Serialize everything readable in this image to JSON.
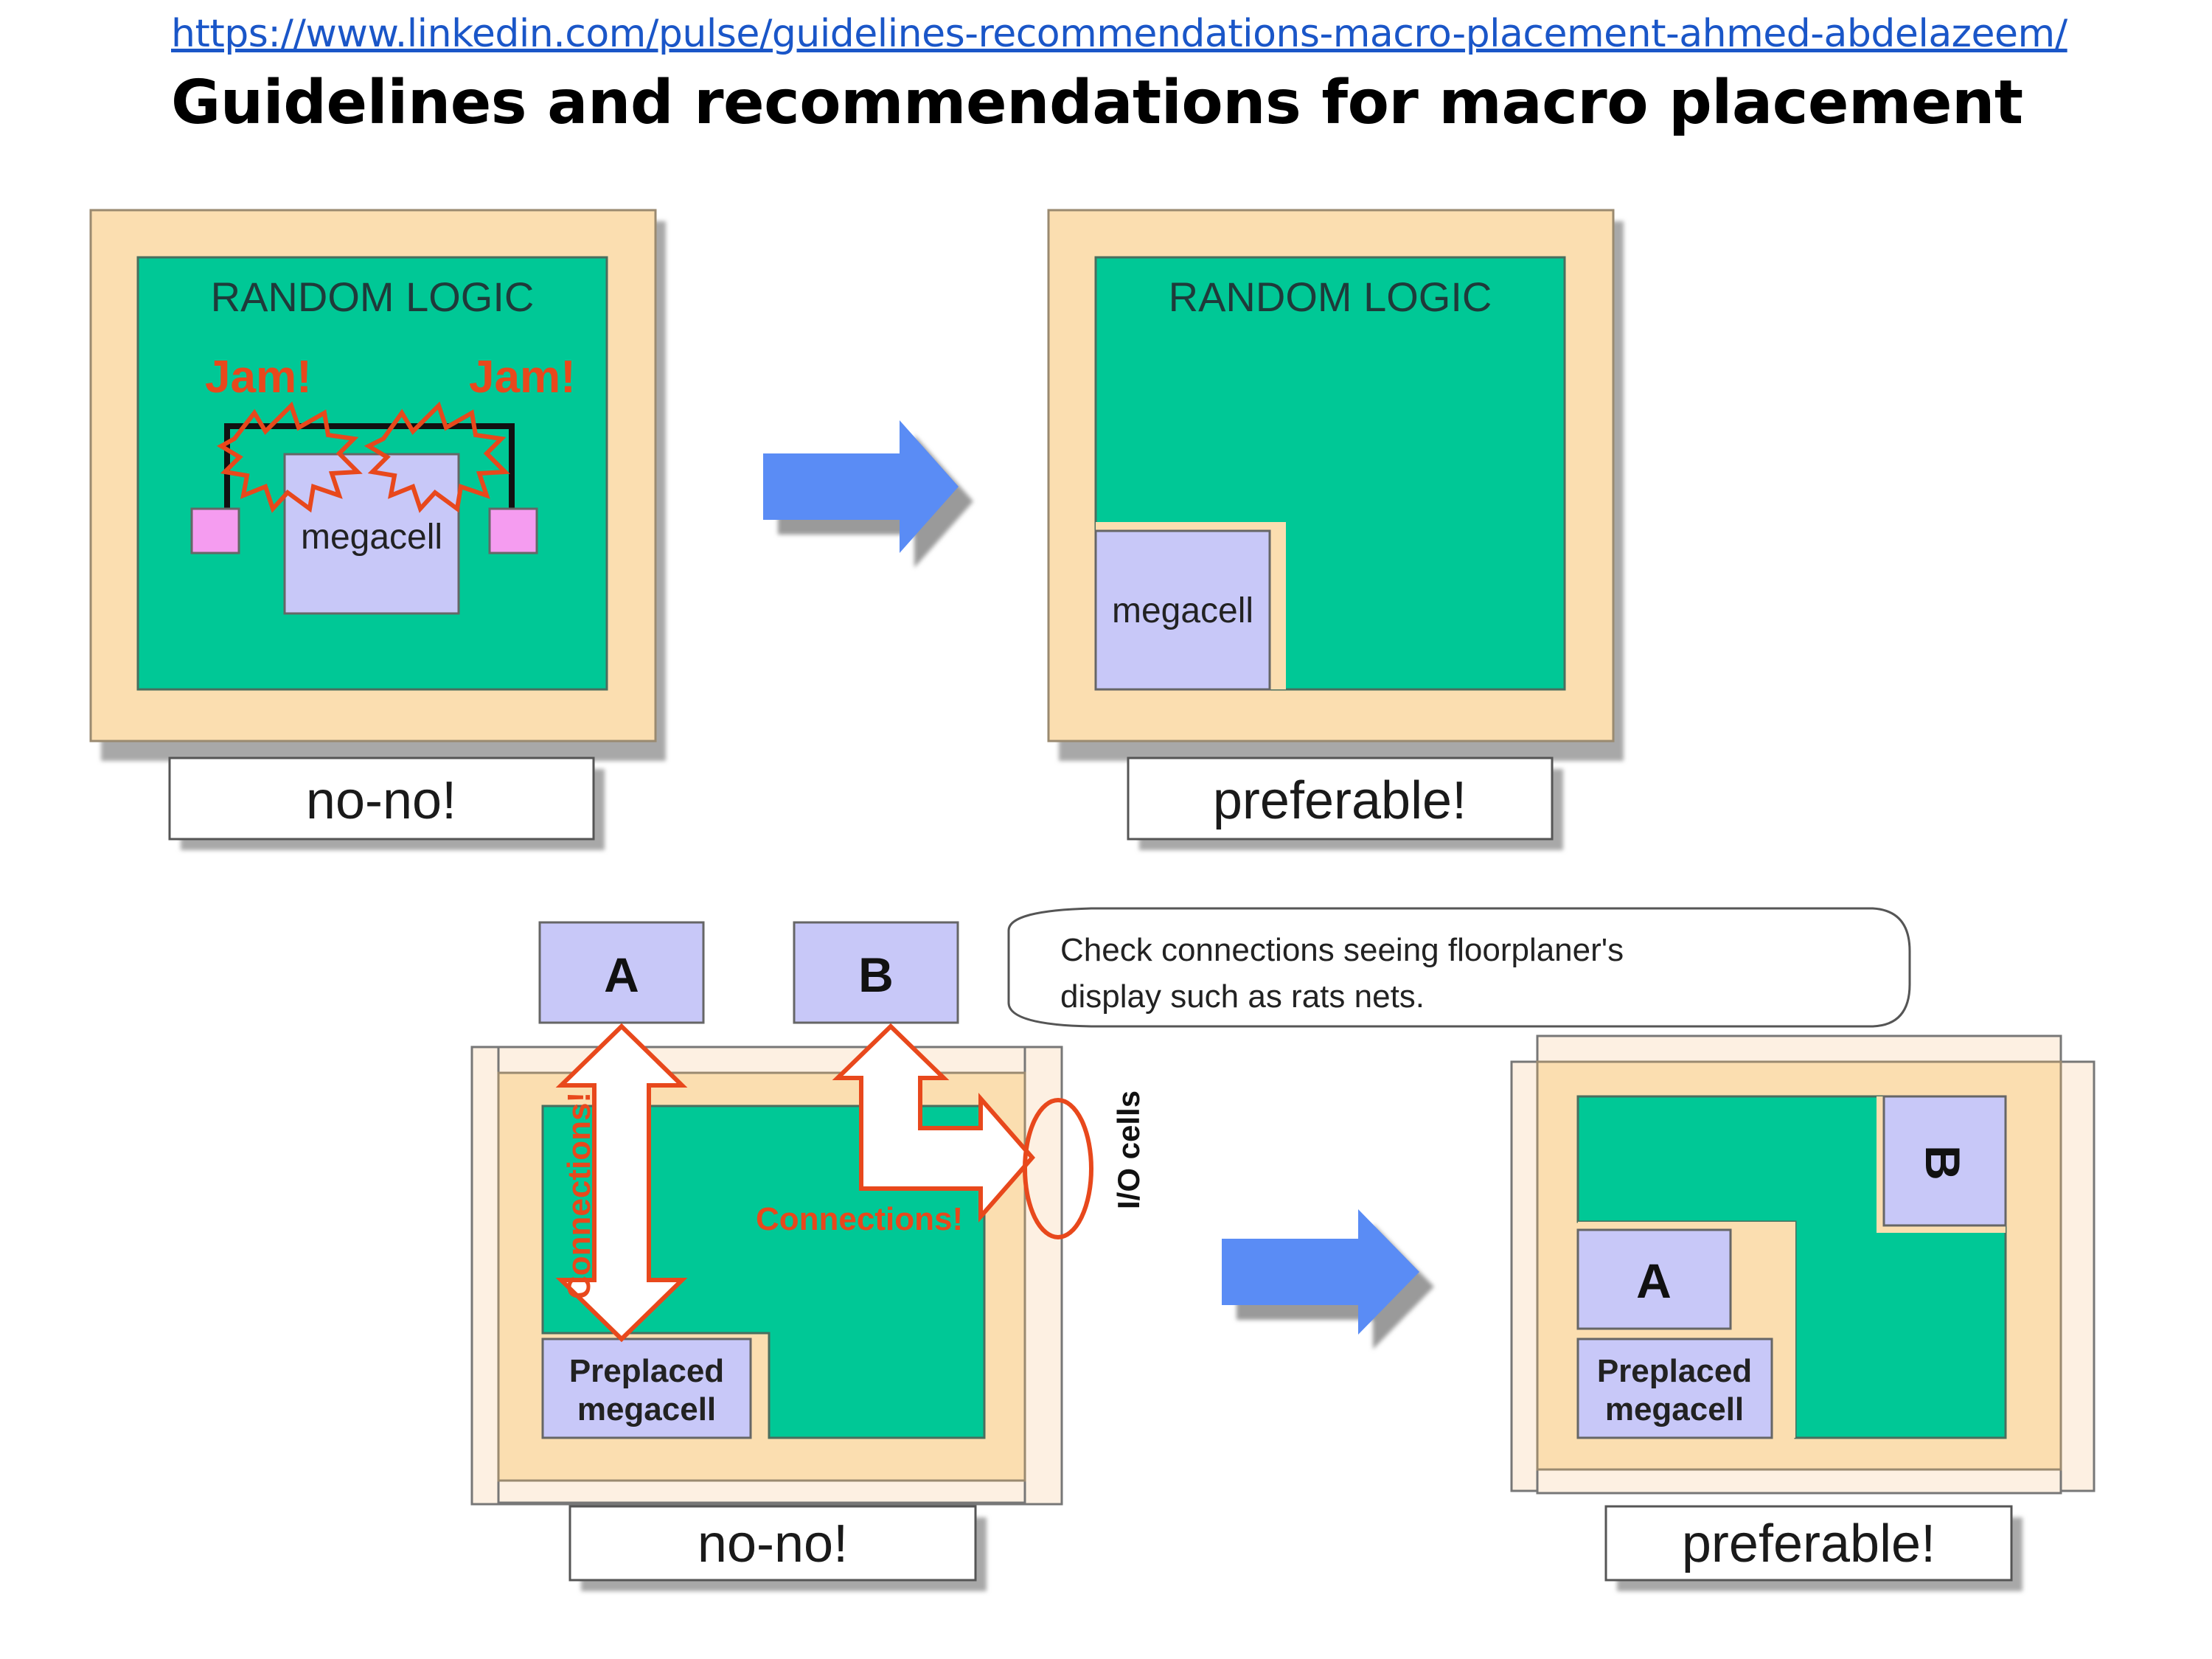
{
  "header": {
    "url": "https://www.linkedin.com/pulse/guidelines-recommendations-macro-placement-ahmed-abdelazeem/",
    "title": "Guidelines and recommendations for macro placement"
  },
  "top_left": {
    "region_label": "RANDOM LOGIC",
    "jam_left": "Jam!",
    "jam_right": "Jam!",
    "macro_label": "megacell",
    "caption": "no-no!"
  },
  "top_right": {
    "region_label": "RANDOM LOGIC",
    "macro_label": "megacell",
    "caption": "preferable!"
  },
  "bottom_left": {
    "block_a": "A",
    "block_b": "B",
    "callout": [
      "Check connections seeing floorplaner's",
      "display such as rats nets."
    ],
    "io_label": "I/O cells",
    "conn_vertical": "Connections!",
    "conn_horizontal": "Connections!",
    "macro_line1": "Preplaced",
    "macro_line2": "megacell",
    "caption": "no-no!"
  },
  "bottom_right": {
    "block_a": "A",
    "block_b": "B",
    "macro_line1": "Preplaced",
    "macro_line2": "megacell",
    "caption": "preferable!"
  },
  "colors": {
    "die": "#fbdeb0",
    "core": "#00c896",
    "macro": "#c8c8f8",
    "pin": "#f59cf0",
    "arrow": "#5a8cf5",
    "accent": "#e8481c",
    "shadow": "#a8a8a8",
    "link": "#1a56c8"
  }
}
